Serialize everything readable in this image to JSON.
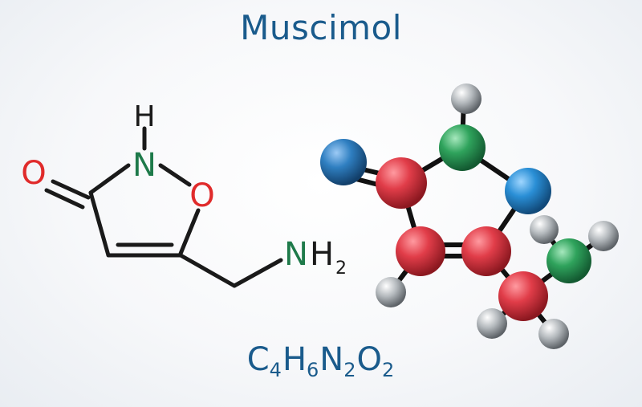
{
  "title": "Muscimol",
  "formula": {
    "parts": [
      {
        "el": "C",
        "n": "4"
      },
      {
        "el": "H",
        "n": "6"
      },
      {
        "el": "N",
        "n": "2"
      },
      {
        "el": "O",
        "n": "2"
      }
    ]
  },
  "skeletal": {
    "labels": {
      "oxo": "O",
      "ring_n": "N",
      "ring_nh": "H",
      "ring_o": "O",
      "amine_n": "N",
      "amine_h": "H",
      "amine_sub": "2"
    },
    "colors": {
      "bond": "#1a1a1a",
      "oxygen": "#e02b2b",
      "nitrogen": "#1e7a4a",
      "text": "#1a1a1a"
    }
  },
  "ball_and_stick": {
    "colors": {
      "carbon": "#d6333f",
      "nitrogen_ring": "#1f8ad1",
      "oxygen_ring": "#2a9a55",
      "hydrogen": "#9aa0a4",
      "nitrogen_amine": "#2a9a55",
      "oxygen_carbonyl": "#2f7fc1"
    }
  }
}
